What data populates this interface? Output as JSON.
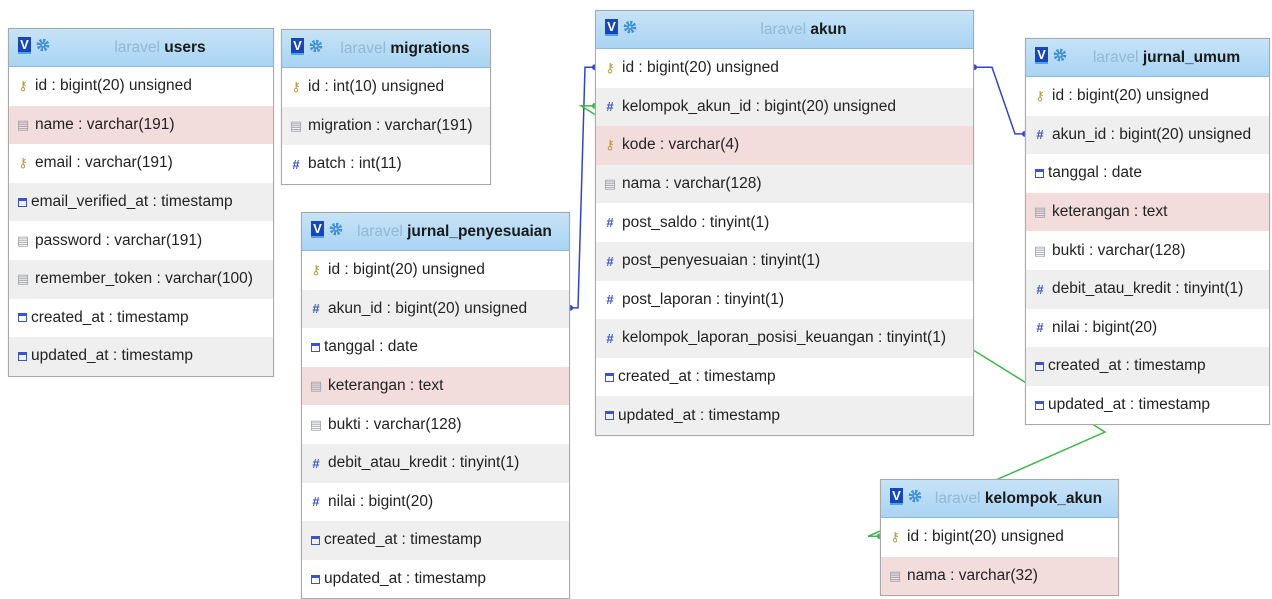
{
  "schema": {
    "tables": [
      {
        "id": "users",
        "db": "laravel",
        "name": "users",
        "columns": [
          {
            "name": "id",
            "type": "bigint(20) unsigned",
            "icon": "key-icon"
          },
          {
            "name": "name",
            "type": "varchar(191)",
            "icon": "string-icon",
            "highlight": true
          },
          {
            "name": "email",
            "type": "varchar(191)",
            "icon": "key-icon"
          },
          {
            "name": "email_verified_at",
            "type": "timestamp",
            "icon": "date-icon",
            "shaded": true
          },
          {
            "name": "password",
            "type": "varchar(191)",
            "icon": "string-icon"
          },
          {
            "name": "remember_token",
            "type": "varchar(100)",
            "icon": "string-icon",
            "shaded": true
          },
          {
            "name": "created_at",
            "type": "timestamp",
            "icon": "date-icon"
          },
          {
            "name": "updated_at",
            "type": "timestamp",
            "icon": "date-icon",
            "shaded": true
          }
        ]
      },
      {
        "id": "migrations",
        "db": "laravel",
        "name": "migrations",
        "columns": [
          {
            "name": "id",
            "type": "int(10) unsigned",
            "icon": "key-icon"
          },
          {
            "name": "migration",
            "type": "varchar(191)",
            "icon": "string-icon",
            "shaded": true
          },
          {
            "name": "batch",
            "type": "int(11)",
            "icon": "number-icon"
          }
        ]
      },
      {
        "id": "jurnal_penyesuaian",
        "db": "laravel",
        "name": "jurnal_penyesuaian",
        "columns": [
          {
            "name": "id",
            "type": "bigint(20) unsigned",
            "icon": "key-icon"
          },
          {
            "name": "akun_id",
            "type": "bigint(20) unsigned",
            "icon": "number-icon",
            "shaded": true
          },
          {
            "name": "tanggal",
            "type": "date",
            "icon": "date-icon"
          },
          {
            "name": "keterangan",
            "type": "text",
            "icon": "string-icon",
            "highlight": true
          },
          {
            "name": "bukti",
            "type": "varchar(128)",
            "icon": "string-icon"
          },
          {
            "name": "debit_atau_kredit",
            "type": "tinyint(1)",
            "icon": "number-icon",
            "shaded": true
          },
          {
            "name": "nilai",
            "type": "bigint(20)",
            "icon": "number-icon"
          },
          {
            "name": "created_at",
            "type": "timestamp",
            "icon": "date-icon",
            "shaded": true
          },
          {
            "name": "updated_at",
            "type": "timestamp",
            "icon": "date-icon"
          }
        ]
      },
      {
        "id": "akun",
        "db": "laravel",
        "name": "akun",
        "columns": [
          {
            "name": "id",
            "type": "bigint(20) unsigned",
            "icon": "key-icon"
          },
          {
            "name": "kelompok_akun_id",
            "type": "bigint(20) unsigned",
            "icon": "number-icon",
            "shaded": true
          },
          {
            "name": "kode",
            "type": "varchar(4)",
            "icon": "key-icon",
            "highlight": true
          },
          {
            "name": "nama",
            "type": "varchar(128)",
            "icon": "string-icon",
            "shaded": true
          },
          {
            "name": "post_saldo",
            "type": "tinyint(1)",
            "icon": "number-icon"
          },
          {
            "name": "post_penyesuaian",
            "type": "tinyint(1)",
            "icon": "number-icon",
            "shaded": true
          },
          {
            "name": "post_laporan",
            "type": "tinyint(1)",
            "icon": "number-icon"
          },
          {
            "name": "kelompok_laporan_posisi_keuangan",
            "type": "tinyint(1)",
            "icon": "number-icon",
            "shaded": true
          },
          {
            "name": "created_at",
            "type": "timestamp",
            "icon": "date-icon"
          },
          {
            "name": "updated_at",
            "type": "timestamp",
            "icon": "date-icon",
            "shaded": true
          }
        ]
      },
      {
        "id": "jurnal_umum",
        "db": "laravel",
        "name": "jurnal_umum",
        "columns": [
          {
            "name": "id",
            "type": "bigint(20) unsigned",
            "icon": "key-icon"
          },
          {
            "name": "akun_id",
            "type": "bigint(20) unsigned",
            "icon": "number-icon",
            "shaded": true
          },
          {
            "name": "tanggal",
            "type": "date",
            "icon": "date-icon"
          },
          {
            "name": "keterangan",
            "type": "text",
            "icon": "string-icon",
            "highlight": true
          },
          {
            "name": "bukti",
            "type": "varchar(128)",
            "icon": "string-icon"
          },
          {
            "name": "debit_atau_kredit",
            "type": "tinyint(1)",
            "icon": "number-icon",
            "shaded": true
          },
          {
            "name": "nilai",
            "type": "bigint(20)",
            "icon": "number-icon"
          },
          {
            "name": "created_at",
            "type": "timestamp",
            "icon": "date-icon",
            "shaded": true
          },
          {
            "name": "updated_at",
            "type": "timestamp",
            "icon": "date-icon"
          }
        ]
      },
      {
        "id": "kelompok_akun",
        "db": "laravel",
        "name": "kelompok_akun",
        "columns": [
          {
            "name": "id",
            "type": "bigint(20) unsigned",
            "icon": "key-icon"
          },
          {
            "name": "nama",
            "type": "varchar(32)",
            "icon": "string-icon",
            "highlight": true
          }
        ]
      }
    ],
    "relations": [
      {
        "from": "jurnal_penyesuaian.akun_id",
        "to": "akun.id",
        "color": "#3344cc"
      },
      {
        "from": "jurnal_umum.akun_id",
        "to": "akun.id",
        "color": "#3344cc"
      },
      {
        "from": "akun.kelompok_akun_id",
        "to": "kelompok_akun.id",
        "color": "#3cb84a"
      }
    ],
    "toggle_label": "V",
    "colors": {
      "header": "#a9d4f3",
      "highlight_row": "#f2dcdc",
      "shaded_row": "#efefef",
      "fk_line": "#3344cc",
      "fk_line_alt": "#3cb84a"
    }
  }
}
